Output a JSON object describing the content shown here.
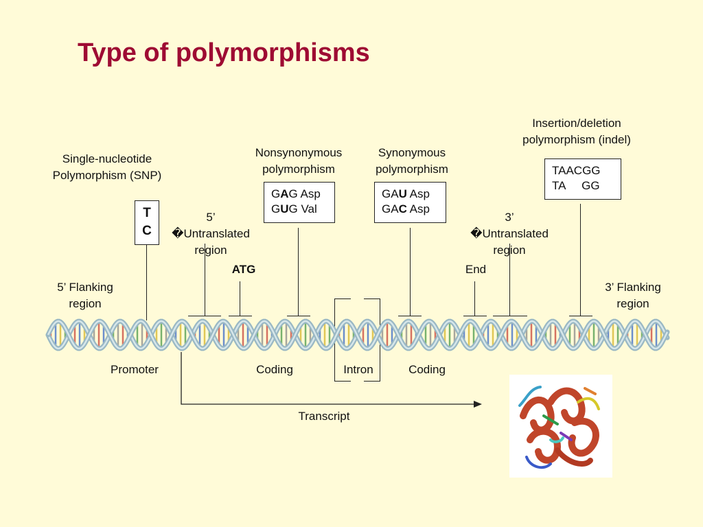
{
  "title": "Type of polymorphisms",
  "labels": {
    "snp": "Single-nucleotide\nPolymorphism (SNP)",
    "nonsyn": "Nonsynonymous\npolymorphism",
    "syn": "Synonymous\npolymorphism",
    "indel": "Insertion/deletion\npolymorphism (indel)",
    "utr5": "5’\n�Untranslated\nregion",
    "utr3": "3’\n�Untranslated\nregion",
    "atg": "ATG",
    "end": "End",
    "flank5": "5’ Flanking\nregion",
    "flank3": "3’ Flanking\nregion",
    "promoter": "Promoter",
    "coding1": "Coding",
    "intron": "Intron",
    "coding2": "Coding",
    "transcript": "Transcript"
  },
  "snp_box": {
    "top": "T",
    "bottom": "C"
  },
  "nonsyn_box": {
    "row1": {
      "pre": "G",
      "bold": "A",
      "post": "G Asp"
    },
    "row2": {
      "pre": "G",
      "bold": "U",
      "post": "G Val"
    }
  },
  "syn_box": {
    "row1": {
      "pre": "GA",
      "bold": "U",
      "post": " Asp"
    },
    "row2": {
      "pre": "GA",
      "bold": "C",
      "post": " Asp"
    }
  },
  "indel_box": {
    "row1": "TAACGG",
    "row2": "TA     GG"
  },
  "colors": {
    "title": "#9e0b33",
    "background": "#fffbd8",
    "dna_strand": "#9ab8c4",
    "protein": "#c0452a"
  },
  "images": {
    "dna": "dna-helix",
    "protein": "protein-ribbon-structure"
  }
}
